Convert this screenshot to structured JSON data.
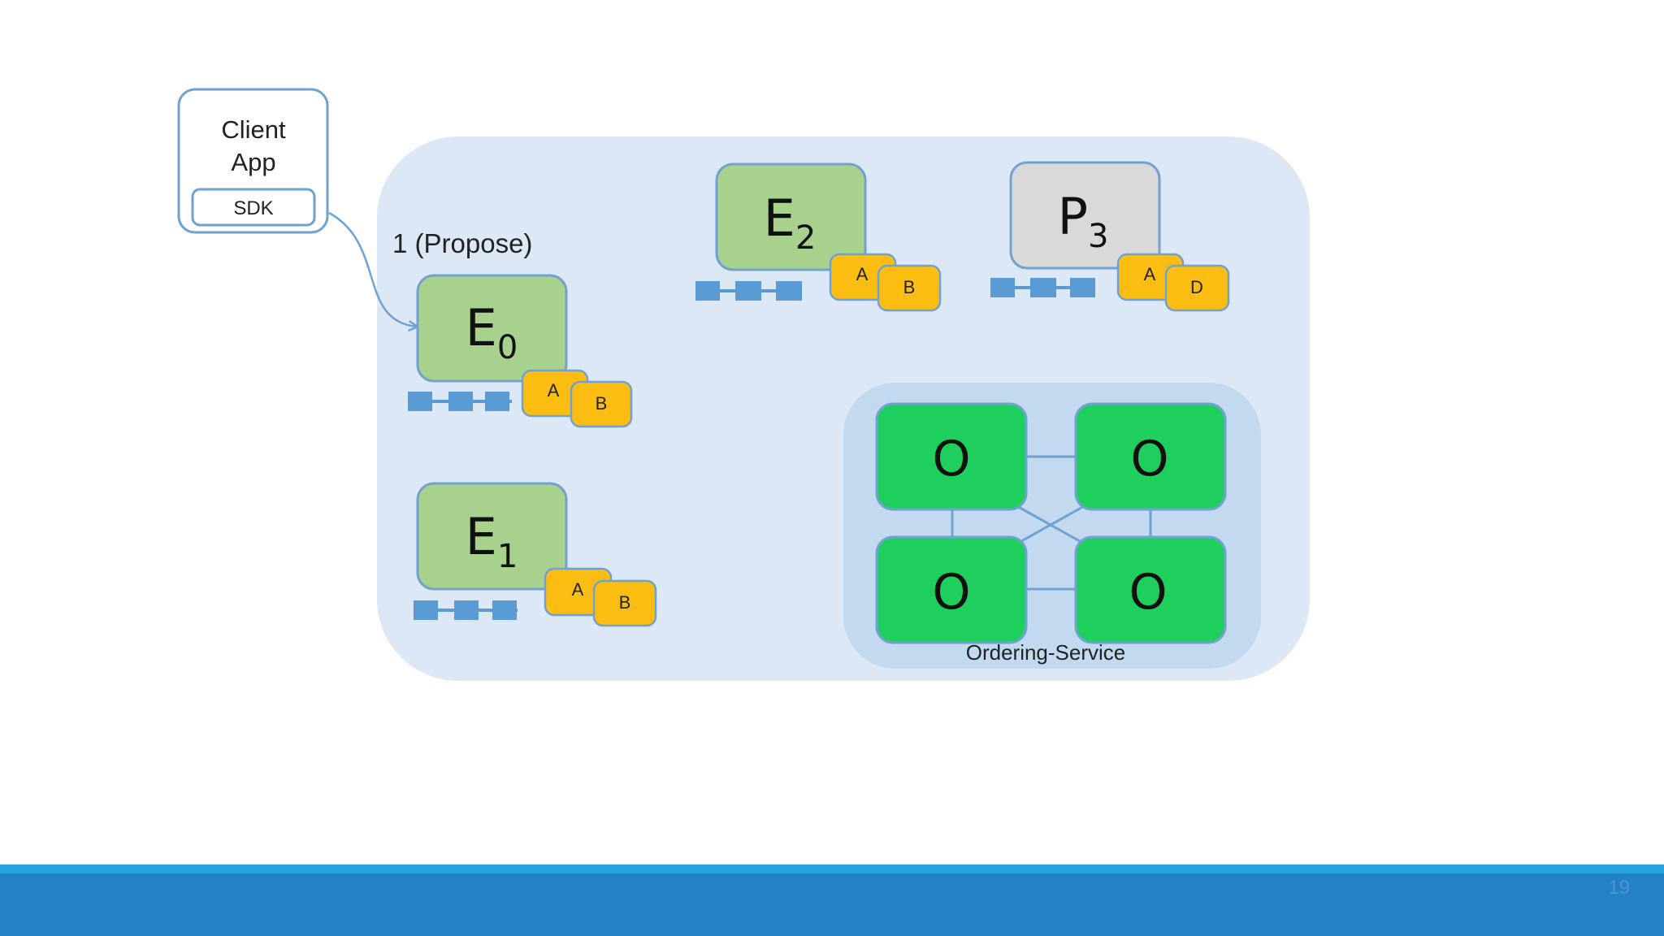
{
  "client": {
    "title_line1": "Client",
    "title_line2": "App",
    "sdk": "SDK"
  },
  "propose_label": "1 (Propose)",
  "nodes": {
    "e0": {
      "main": "E",
      "sub": "0"
    },
    "e1": {
      "main": "E",
      "sub": "1"
    },
    "e2": {
      "main": "E",
      "sub": "2"
    },
    "p3": {
      "main": "P",
      "sub": "3"
    }
  },
  "chaincodes": {
    "e0": [
      "A",
      "B"
    ],
    "e1": [
      "A",
      "B"
    ],
    "e2": [
      "A",
      "B"
    ],
    "p3": [
      "A",
      "D"
    ]
  },
  "orderers": [
    "O",
    "O",
    "O",
    "O"
  ],
  "ordering_service_label": "Ordering-Service",
  "page_number": "19",
  "colors": {
    "network_bg": "#dde8f6",
    "endorser_fill": "#a9d18e",
    "peer_fill": "#d9d9d9",
    "orderer_fill": "#1fcf5d",
    "chaincode_fill": "#fbbd12",
    "ledger_block": "#5b9bd5",
    "outline": "#6fa2d0",
    "footer": "#2382c5"
  }
}
